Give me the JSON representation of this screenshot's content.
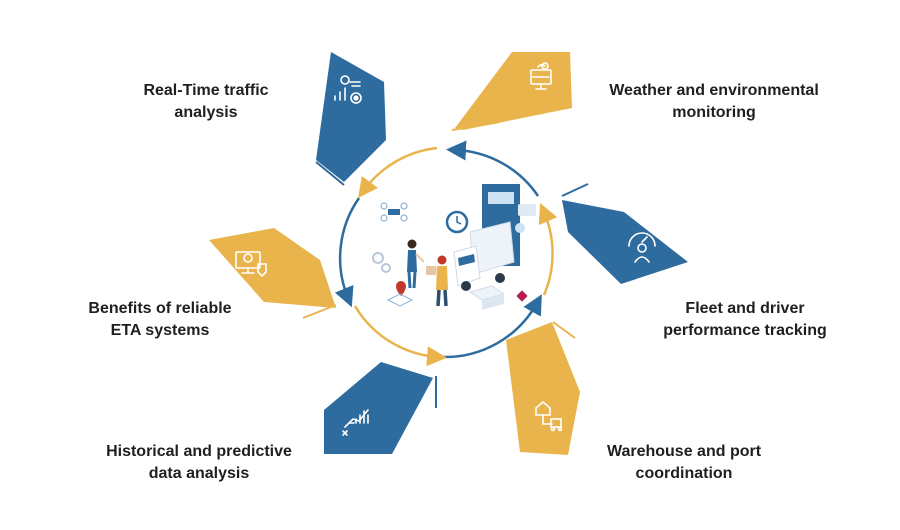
{
  "colors": {
    "blue": "#2e6b9e",
    "gold": "#e9b44c",
    "text": "#1f1f1f",
    "light_blue": "#cfe2f3"
  },
  "center": {
    "illustration": "logistics-truck-and-people-illustration"
  },
  "items": [
    {
      "id": "realtime-traffic",
      "lines": [
        "Real-Time traffic",
        "analysis"
      ],
      "arrow_color": "blue",
      "icon": "traffic-analysis-icon"
    },
    {
      "id": "weather",
      "lines": [
        "Weather and environmental",
        "monitoring"
      ],
      "arrow_color": "gold",
      "icon": "weather-monitor-icon"
    },
    {
      "id": "fleet",
      "lines": [
        "Fleet and driver",
        "performance tracking"
      ],
      "arrow_color": "blue",
      "icon": "driver-performance-icon"
    },
    {
      "id": "warehouse",
      "lines": [
        "Warehouse and port",
        "coordination"
      ],
      "arrow_color": "gold",
      "icon": "warehouse-route-icon"
    },
    {
      "id": "historical",
      "lines": [
        "Historical and predictive",
        "data analysis"
      ],
      "arrow_color": "blue",
      "icon": "predictive-chart-icon"
    },
    {
      "id": "eta",
      "lines": [
        "Benefits of reliable",
        "ETA systems"
      ],
      "arrow_color": "gold",
      "icon": "eta-system-icon"
    }
  ]
}
